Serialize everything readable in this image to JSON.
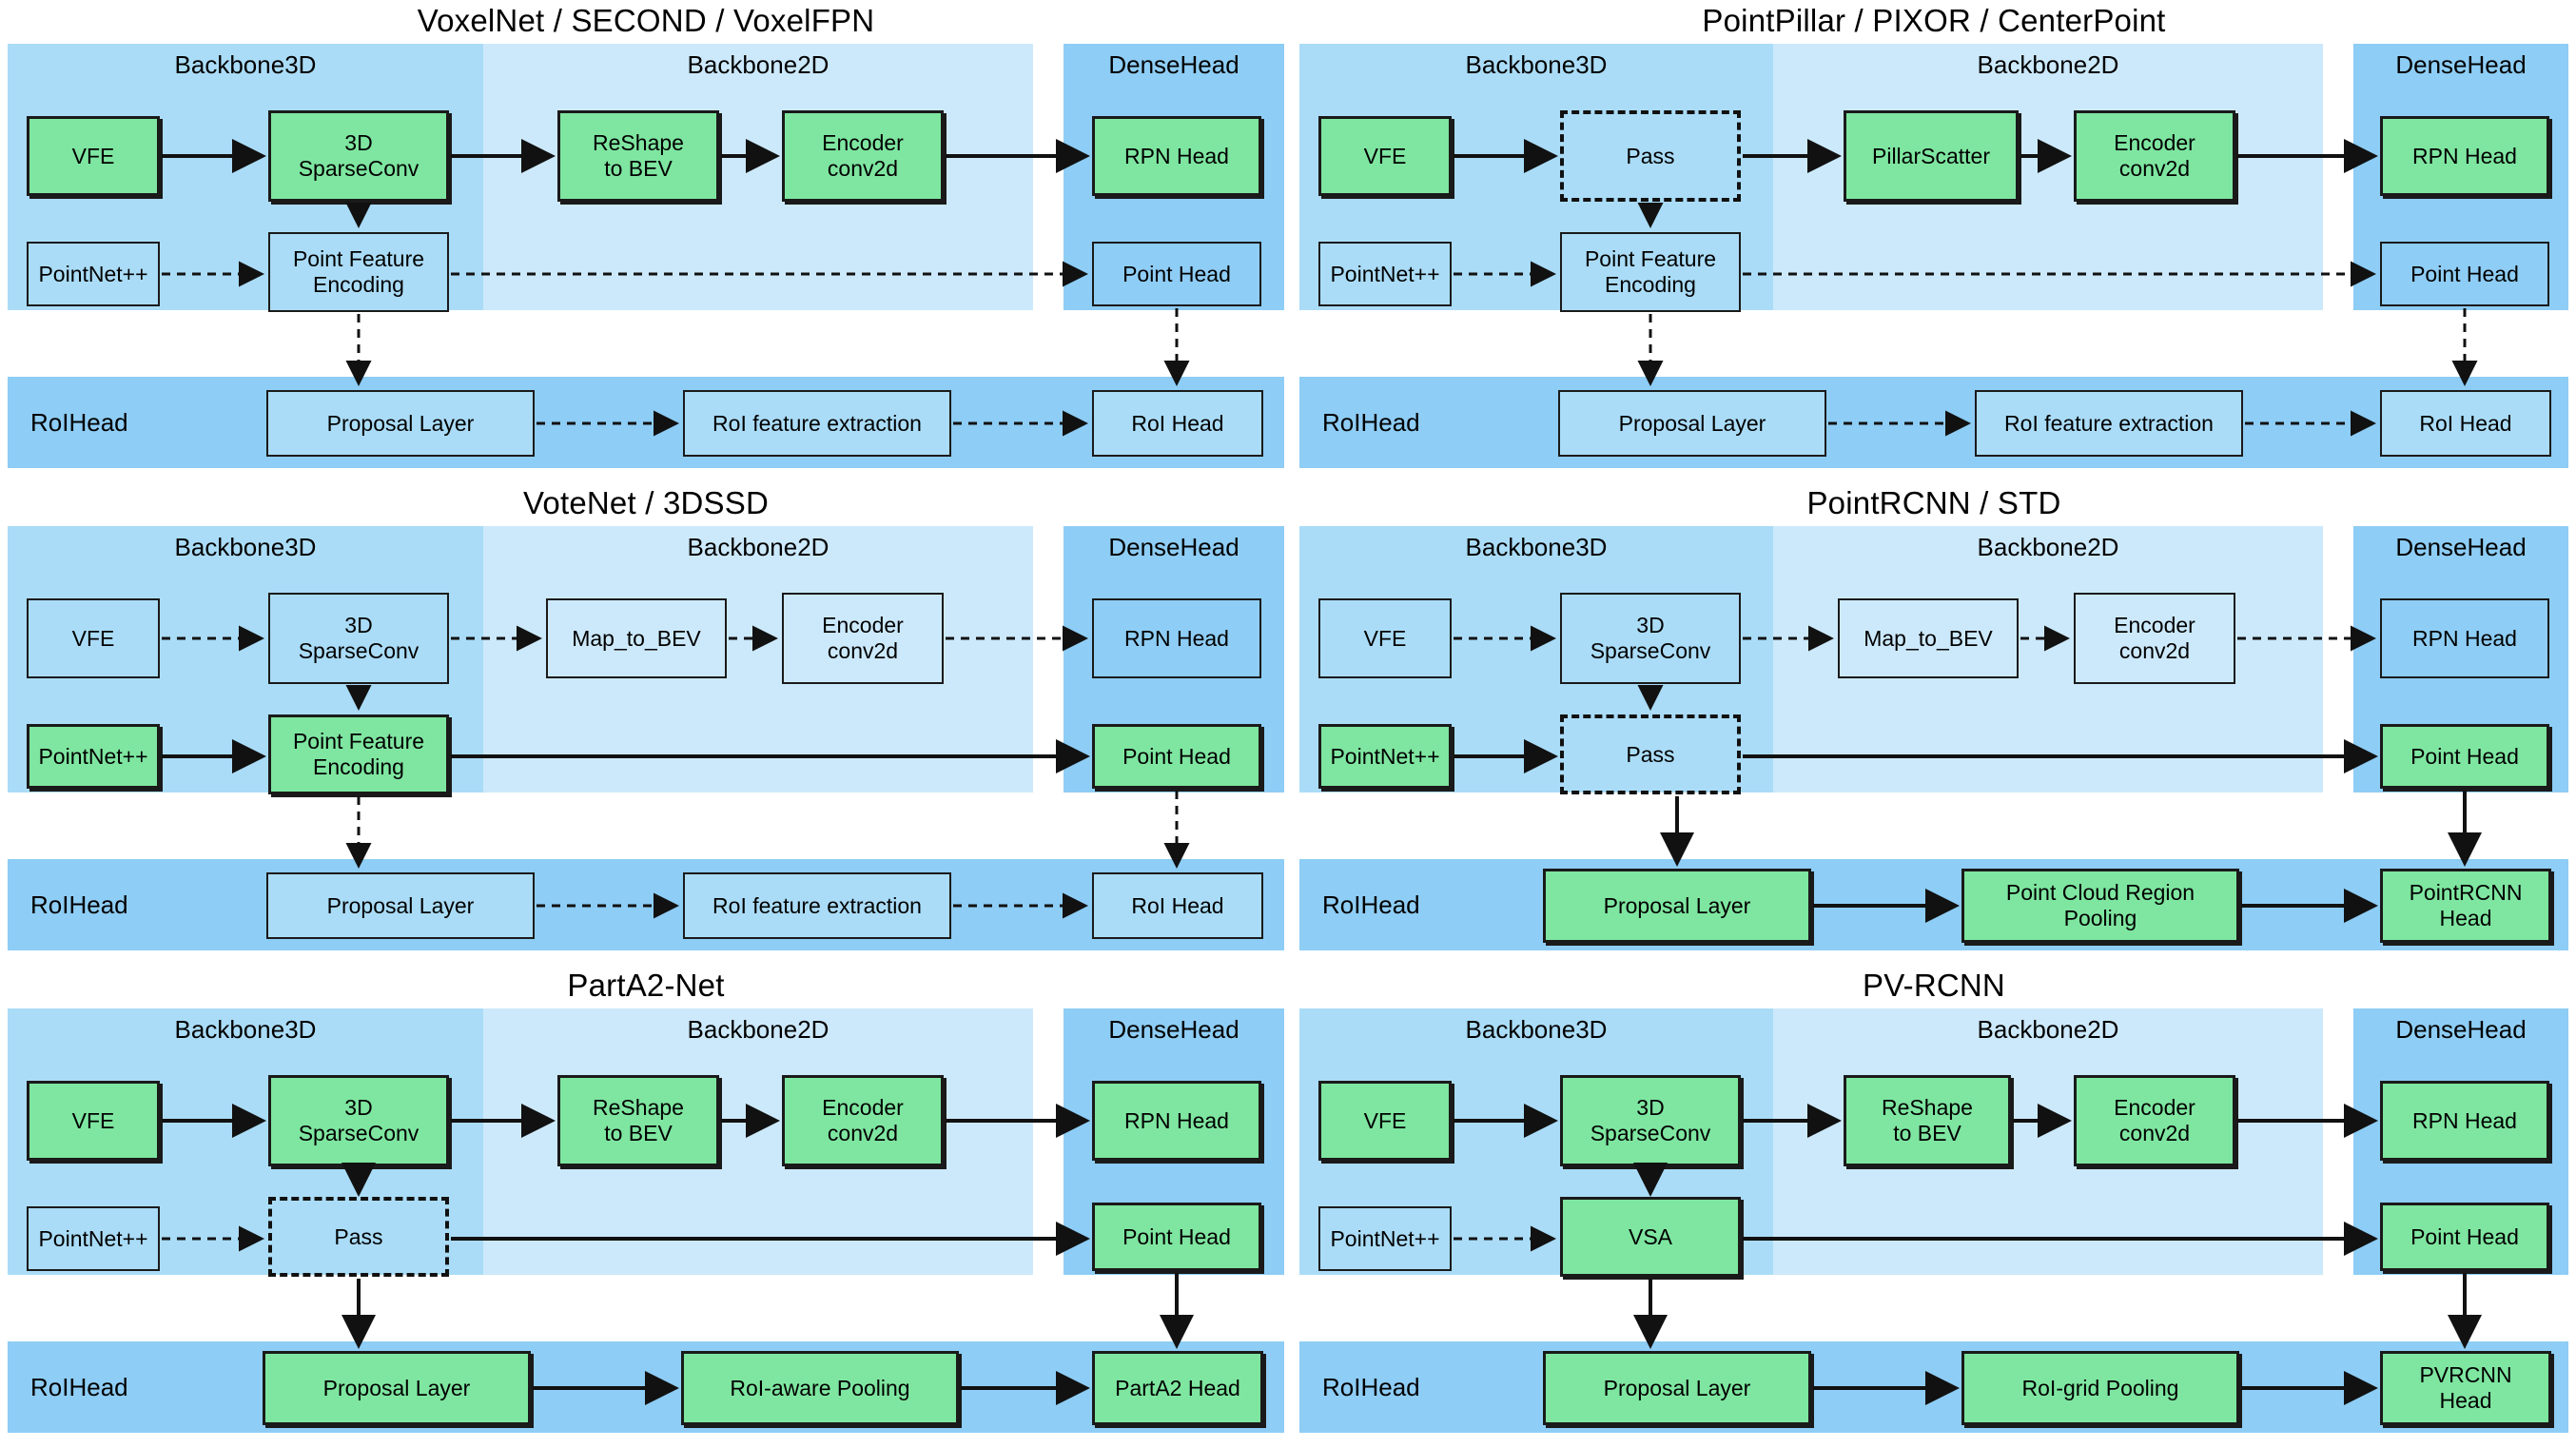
{
  "figure": {
    "type": "architecture-diagram",
    "description": "OpenPCDet-style unified framework diagrams for six families of 3D object detectors",
    "colors": {
      "backbone3d_bg": "#aadcf7",
      "backbone2d_bg": "#cce9fb",
      "densehead_bg": "#8ecdf5",
      "roihead_bg": "#8ecdf5",
      "active_node": "#7ee6a0",
      "inactive_node": "#aadcf7",
      "stroke": "#111111",
      "page_bg": "#ffffff"
    },
    "section_labels": {
      "backbone3d": "Backbone3D",
      "backbone2d": "Backbone2D",
      "densehead": "DenseHead",
      "roihead": "RoIHead"
    }
  },
  "panels": [
    {
      "id": "voxelnet",
      "title": "VoxelNet / SECOND / VoxelFPN",
      "nodes": {
        "vfe": "VFE",
        "sparseconv": "3D\nSparseConv",
        "pointnet": "PointNet++",
        "pfe": "Point Feature\nEncoding",
        "bev": "ReShape\nto BEV",
        "encoder": "Encoder\nconv2d",
        "rpn_head": "RPN Head",
        "point_head": "Point Head",
        "proposal": "Proposal Layer",
        "roi_feat": "RoI feature extraction",
        "roi_head": "RoI Head"
      }
    },
    {
      "id": "pointpillar",
      "title": "PointPillar / PIXOR / CenterPoint",
      "nodes": {
        "vfe": "VFE",
        "sparseconv": "Pass",
        "pointnet": "PointNet++",
        "pfe": "Point Feature\nEncoding",
        "bev": "PillarScatter",
        "encoder": "Encoder\nconv2d",
        "rpn_head": "RPN Head",
        "point_head": "Point Head",
        "proposal": "Proposal Layer",
        "roi_feat": "RoI feature extraction",
        "roi_head": "RoI Head"
      }
    },
    {
      "id": "votenet",
      "title": "VoteNet / 3DSSD",
      "nodes": {
        "vfe": "VFE",
        "sparseconv": "3D\nSparseConv",
        "pointnet": "PointNet++",
        "pfe": "Point Feature\nEncoding",
        "bev": "Map_to_BEV",
        "encoder": "Encoder\nconv2d",
        "rpn_head": "RPN Head",
        "point_head": "Point Head",
        "proposal": "Proposal Layer",
        "roi_feat": "RoI feature extraction",
        "roi_head": "RoI Head"
      }
    },
    {
      "id": "pointrcnn",
      "title": "PointRCNN / STD",
      "nodes": {
        "vfe": "VFE",
        "sparseconv": "3D\nSparseConv",
        "pointnet": "PointNet++",
        "pfe": "Pass",
        "bev": "Map_to_BEV",
        "encoder": "Encoder\nconv2d",
        "rpn_head": "RPN Head",
        "point_head": "Point Head",
        "proposal": "Proposal Layer",
        "roi_feat": "Point Cloud Region\nPooling",
        "roi_head": "PointRCNN\nHead"
      }
    },
    {
      "id": "parta2",
      "title": "PartA2-Net",
      "nodes": {
        "vfe": "VFE",
        "sparseconv": "3D\nSparseConv",
        "pointnet": "PointNet++",
        "pfe": "Pass",
        "bev": "ReShape\nto BEV",
        "encoder": "Encoder\nconv2d",
        "rpn_head": "RPN Head",
        "point_head": "Point Head",
        "proposal": "Proposal Layer",
        "roi_feat": "RoI-aware Pooling",
        "roi_head": "PartA2 Head"
      }
    },
    {
      "id": "pvrcnn",
      "title": "PV-RCNN",
      "nodes": {
        "vfe": "VFE",
        "sparseconv": "3D\nSparseConv",
        "pointnet": "PointNet++",
        "pfe": "VSA",
        "bev": "ReShape\nto BEV",
        "encoder": "Encoder\nconv2d",
        "rpn_head": "RPN Head",
        "point_head": "Point Head",
        "proposal": "Proposal Layer",
        "roi_feat": "RoI-grid Pooling",
        "roi_head": "PVRCNN\nHead"
      }
    }
  ]
}
